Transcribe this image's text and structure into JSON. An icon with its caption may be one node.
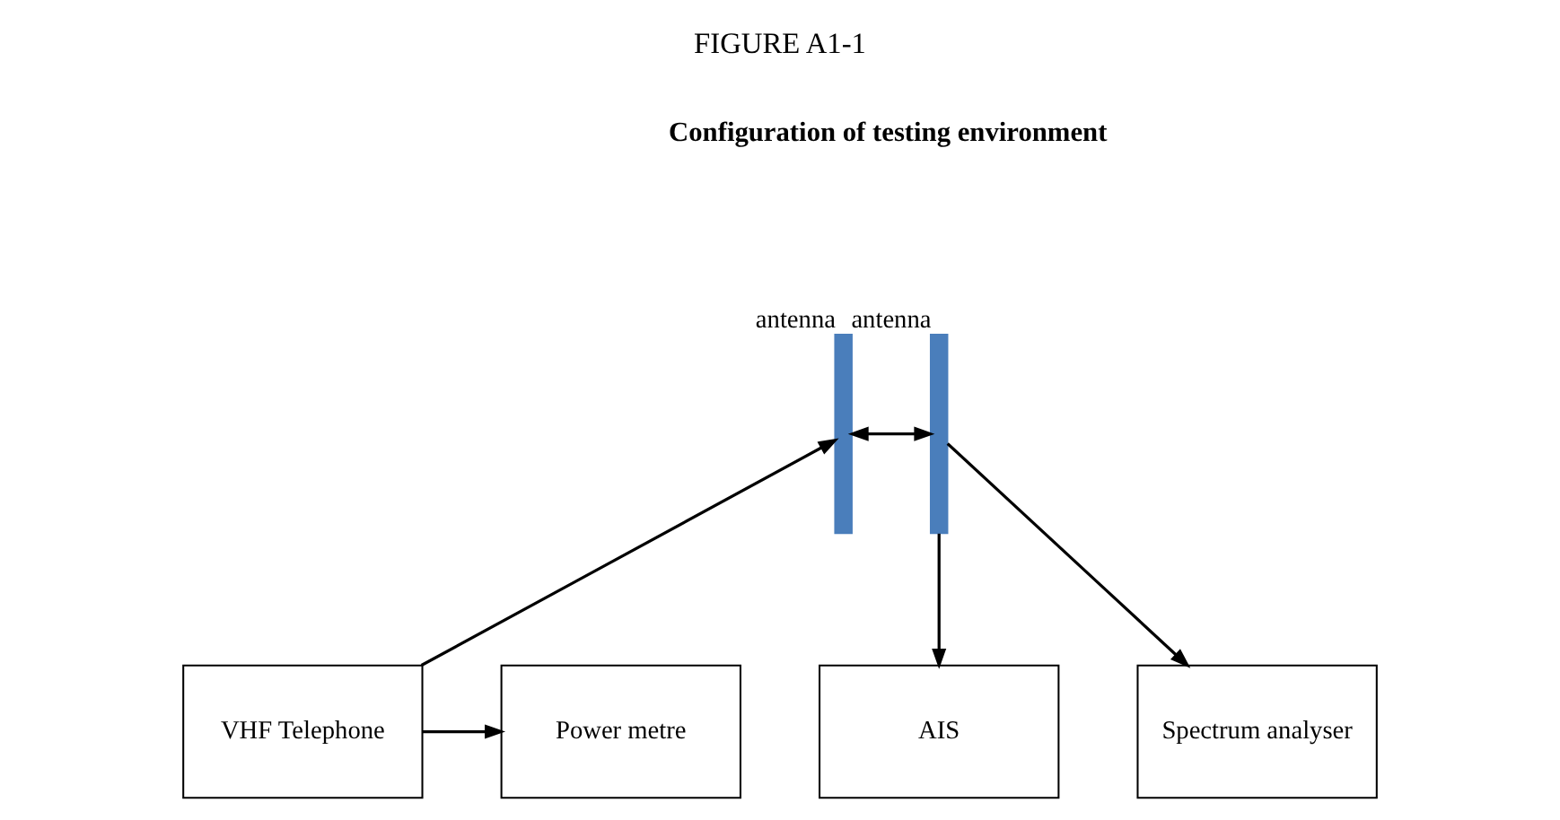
{
  "diagram": {
    "title": "FIGURE A1-1",
    "nodes": [
      {
        "text": [],
        "shape": "bar",
        "beside": [
          "antenna"
        ]
      },
      {
        "text": [],
        "shape": "bar",
        "beside": [
          "antenna"
        ]
      },
      {
        "text": [
          "VHF Telephone"
        ]
      },
      {
        "text": [
          "Power metre"
        ]
      },
      {
        "text": [
          "AIS"
        ]
      },
      {
        "text": [
          "Spectrum analyser"
        ]
      }
    ],
    "edges": [
      {
        "from": 0,
        "to": 1,
        "arrow": "both"
      },
      {
        "from": 2,
        "to": 0,
        "arrow": "to"
      },
      {
        "from": 2,
        "to": 3,
        "arrow": "to"
      },
      {
        "from": 1,
        "to": 4,
        "arrow": "to"
      },
      {
        "from": 1,
        "to": 5,
        "arrow": "to"
      }
    ],
    "labels": [
      "Configuration of testing environment"
    ]
  }
}
